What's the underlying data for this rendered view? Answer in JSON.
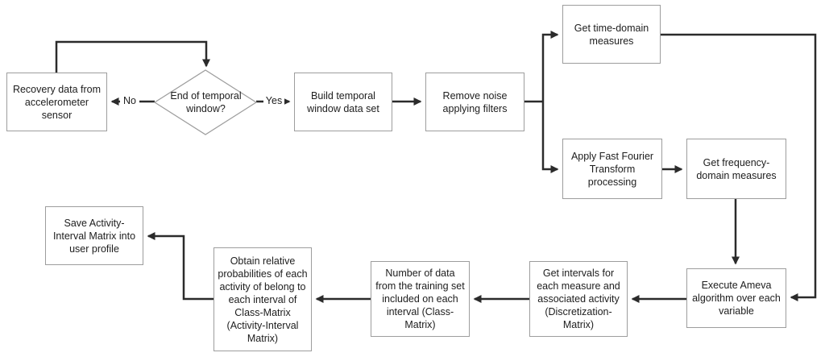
{
  "diagram": {
    "type": "flowchart",
    "title": "Activity recognition / Ameva discretization processing flow",
    "colors": {
      "background": "#ffffff",
      "box_border": "#9d9d9d",
      "arrow": "#2b2b2b",
      "text": "#1d1d1d"
    },
    "nodes": [
      {
        "id": "recovery",
        "shape": "rect",
        "label": "Recovery data from accelerometer sensor"
      },
      {
        "id": "end-window",
        "shape": "diamond",
        "label": "End of temporal window?"
      },
      {
        "id": "build",
        "shape": "rect",
        "label": "Build temporal window data set"
      },
      {
        "id": "remove",
        "shape": "rect",
        "label": "Remove noise applying filters"
      },
      {
        "id": "time",
        "shape": "rect",
        "label": "Get time-domain measures"
      },
      {
        "id": "fft",
        "shape": "rect",
        "label": "Apply Fast Fourier Transform processing"
      },
      {
        "id": "freq",
        "shape": "rect",
        "label": "Get frequency-domain measures"
      },
      {
        "id": "ameva",
        "shape": "rect",
        "label": "Execute Ameva algorithm over each variable"
      },
      {
        "id": "intervals",
        "shape": "rect",
        "label": "Get intervals for each measure and associated activity (Discretization-Matrix)"
      },
      {
        "id": "numdata",
        "shape": "rect",
        "label": "Number of data from the training set included on each interval (Class-Matrix)"
      },
      {
        "id": "obtain",
        "shape": "rect",
        "label": "Obtain relative probabilities of each activity of belong to each interval of Class-Matrix (Activity-Interval Matrix)"
      },
      {
        "id": "save",
        "shape": "rect",
        "label": "Save Activity-Interval Matrix into user profile"
      }
    ],
    "edges": [
      {
        "from": "recovery",
        "to": "end-window",
        "label": ""
      },
      {
        "from": "end-window",
        "to": "recovery",
        "label": "No"
      },
      {
        "from": "end-window",
        "to": "build",
        "label": "Yes"
      },
      {
        "from": "build",
        "to": "remove",
        "label": ""
      },
      {
        "from": "remove",
        "to": "time",
        "label": ""
      },
      {
        "from": "remove",
        "to": "fft",
        "label": ""
      },
      {
        "from": "time",
        "to": "ameva",
        "label": ""
      },
      {
        "from": "fft",
        "to": "freq",
        "label": ""
      },
      {
        "from": "freq",
        "to": "ameva",
        "label": ""
      },
      {
        "from": "ameva",
        "to": "intervals",
        "label": ""
      },
      {
        "from": "intervals",
        "to": "numdata",
        "label": ""
      },
      {
        "from": "numdata",
        "to": "obtain",
        "label": ""
      },
      {
        "from": "obtain",
        "to": "save",
        "label": ""
      }
    ],
    "edge_labels": {
      "no": "No",
      "yes": "Yes"
    }
  }
}
